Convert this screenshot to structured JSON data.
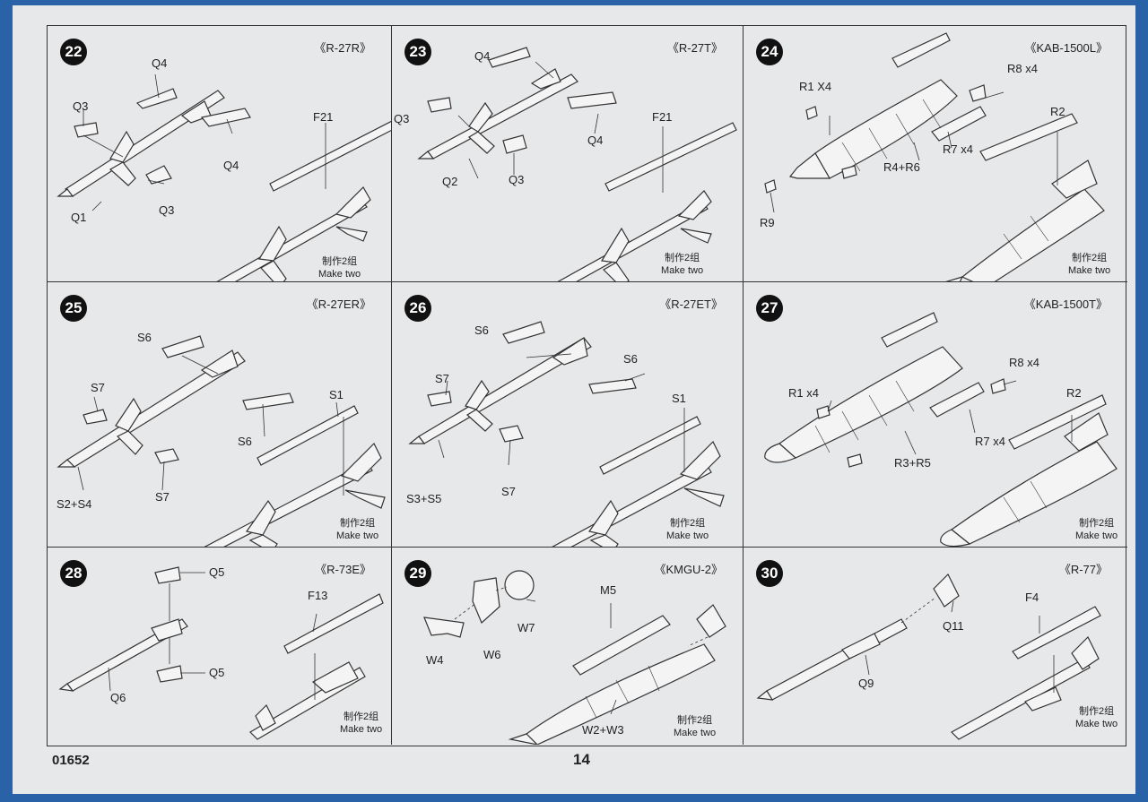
{
  "footer": {
    "code": "01652",
    "page": "14"
  },
  "steps": [
    {
      "number": "22",
      "name": "《R-27R》",
      "labels": [
        "Q4",
        "Q3",
        "F21",
        "Q4",
        "Q3",
        "Q1"
      ],
      "make_cn": "制作2组",
      "make_en": "Make two"
    },
    {
      "number": "23",
      "name": "《R-27T》",
      "labels": [
        "Q4",
        "Q3",
        "F21",
        "Q4",
        "Q2",
        "Q3"
      ],
      "make_cn": "制作2组",
      "make_en": "Make two"
    },
    {
      "number": "24",
      "name": "《KAB-1500L》",
      "labels": [
        "R1 X4",
        "R8 x4",
        "R2",
        "R7 x4",
        "R4+R6",
        "R9"
      ],
      "make_cn": "制作2组",
      "make_en": "Make two"
    },
    {
      "number": "25",
      "name": "《R-27ER》",
      "labels": [
        "S6",
        "S7",
        "S1",
        "S6",
        "S2+S4",
        "S7"
      ],
      "make_cn": "制作2组",
      "make_en": "Make two"
    },
    {
      "number": "26",
      "name": "《R-27ET》",
      "labels": [
        "S6",
        "S6",
        "S7",
        "S1",
        "S3+S5",
        "S7"
      ],
      "make_cn": "制作2组",
      "make_en": "Make two"
    },
    {
      "number": "27",
      "name": "《KAB-1500T》",
      "labels": [
        "R8 x4",
        "R1 x4",
        "R2",
        "R7 x4",
        "R3+R5"
      ],
      "make_cn": "制作2组",
      "make_en": "Make two"
    },
    {
      "number": "28",
      "name": "《R-73E》",
      "labels": [
        "Q5",
        "F13",
        "Q5",
        "Q6"
      ],
      "make_cn": "制作2组",
      "make_en": "Make two"
    },
    {
      "number": "29",
      "name": "《KMGU-2》",
      "labels": [
        "M5",
        "W7",
        "W6",
        "W4",
        "W2+W3"
      ],
      "make_cn": "制作2组",
      "make_en": "Make two"
    },
    {
      "number": "30",
      "name": "《R-77》",
      "labels": [
        "F4",
        "Q11",
        "Q9"
      ],
      "make_cn": "制作2组",
      "make_en": "Make two"
    }
  ]
}
